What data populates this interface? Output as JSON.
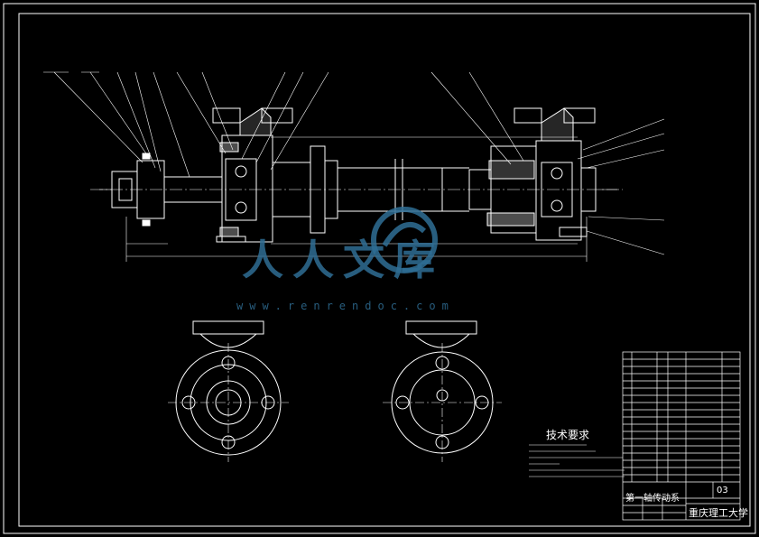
{
  "watermark": {
    "brand": "人人文库",
    "url": "www.renrendoc.com"
  },
  "technical_requirements": {
    "title": "技术要求"
  },
  "title_block": {
    "drawing_name": "第一轴传动系",
    "drawing_number": "03",
    "institution": "重庆理工大学"
  },
  "colors": {
    "background": "#000000",
    "lines": "#ffffff",
    "watermark": "#2f6e95"
  }
}
